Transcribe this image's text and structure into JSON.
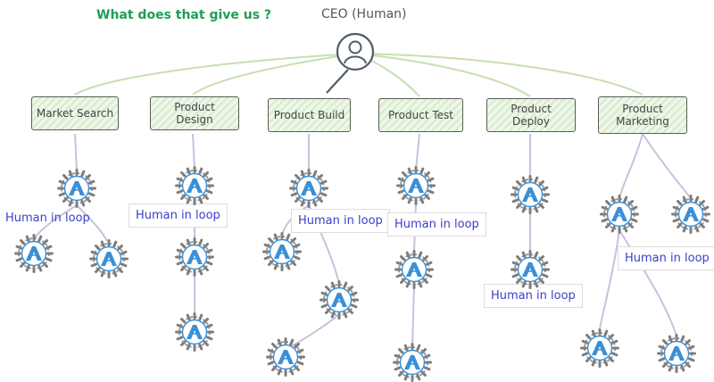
{
  "title_question": "What does that give us ?",
  "ceo": {
    "label": "CEO (Human)",
    "icon": "person-icon"
  },
  "departments": [
    {
      "label": "Market Search"
    },
    {
      "label": "Product Design"
    },
    {
      "label": "Product Build"
    },
    {
      "label": "Product Test"
    },
    {
      "label": "Product Deploy"
    },
    {
      "label": "Product Marketing"
    }
  ],
  "human_in_loop_label": "Human in loop",
  "agent_icon": "ai-agent-gear-icon",
  "colors": {
    "title": "#1f9d55",
    "human_in_loop": "#3b3ec9",
    "agent_blue": "#3a8fd6",
    "connector": "#c7c2dc",
    "ceo_link": "#c6e0b0"
  }
}
